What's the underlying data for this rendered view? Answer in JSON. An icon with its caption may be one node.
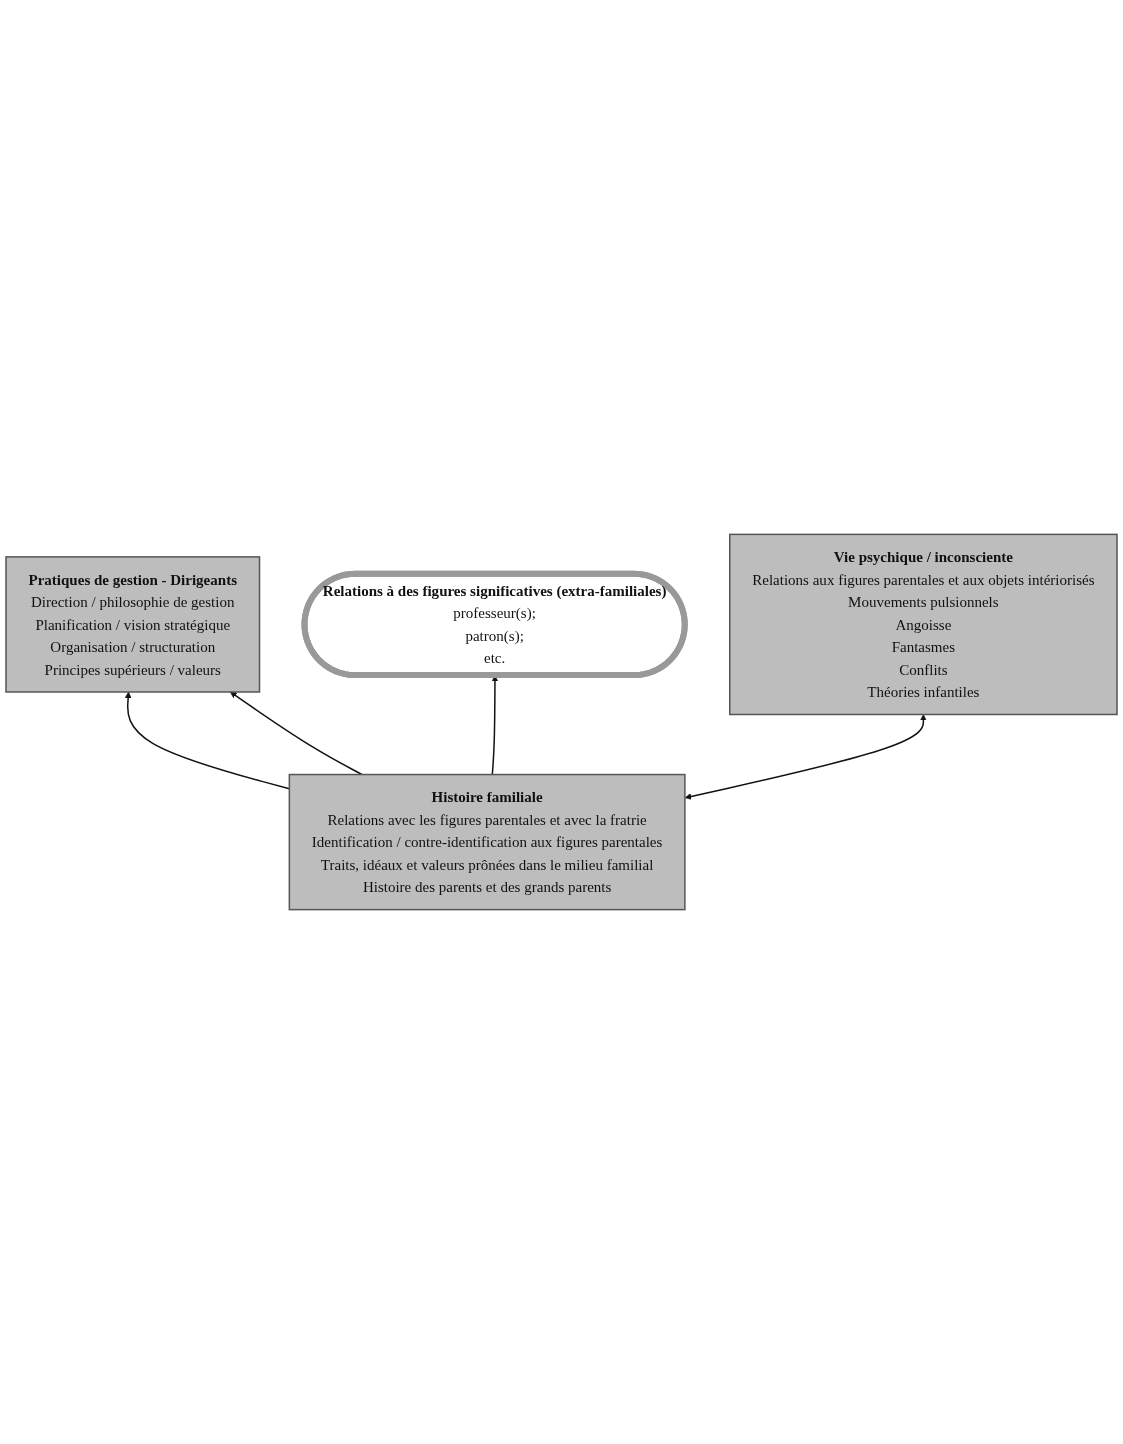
{
  "diagram": {
    "nodes": [
      {
        "text": [
          "Pratiques de gestion - Dirigeants",
          "Direction / philosophie de gestion",
          "Planification / vision stratégique",
          "Organisation / structuration",
          "Principes supérieurs / valeurs"
        ]
      },
      {
        "text": [
          "Relations à des figures significatives (extra-familiales)",
          "professeur(s);",
          "patron(s);",
          "etc."
        ]
      },
      {
        "text": [
          "Histoire familiale",
          "Relations avec les figures parentales et avec la fratrie",
          "Identification / contre-identification aux figures parentales",
          "Traits, idéaux et valeurs prônées dans le milieu familial",
          "Histoire des parents et des grands parents"
        ]
      },
      {
        "text": [
          "Vie psychique / inconsciente",
          "Relations aux figures parentales et aux objets intériorisés",
          "Mouvements pulsionnels",
          "Angoisse",
          "Fantasmes",
          "Conflits",
          "Théories infantiles"
        ]
      }
    ],
    "edges": [
      {
        "from": 2,
        "to": 0,
        "arrow": "to"
      },
      {
        "from": 2,
        "to": 1,
        "arrow": "to"
      },
      {
        "from": 2,
        "to": 0,
        "arrow": "to"
      },
      {
        "from": 2,
        "to": 3,
        "arrow": "both"
      }
    ]
  }
}
